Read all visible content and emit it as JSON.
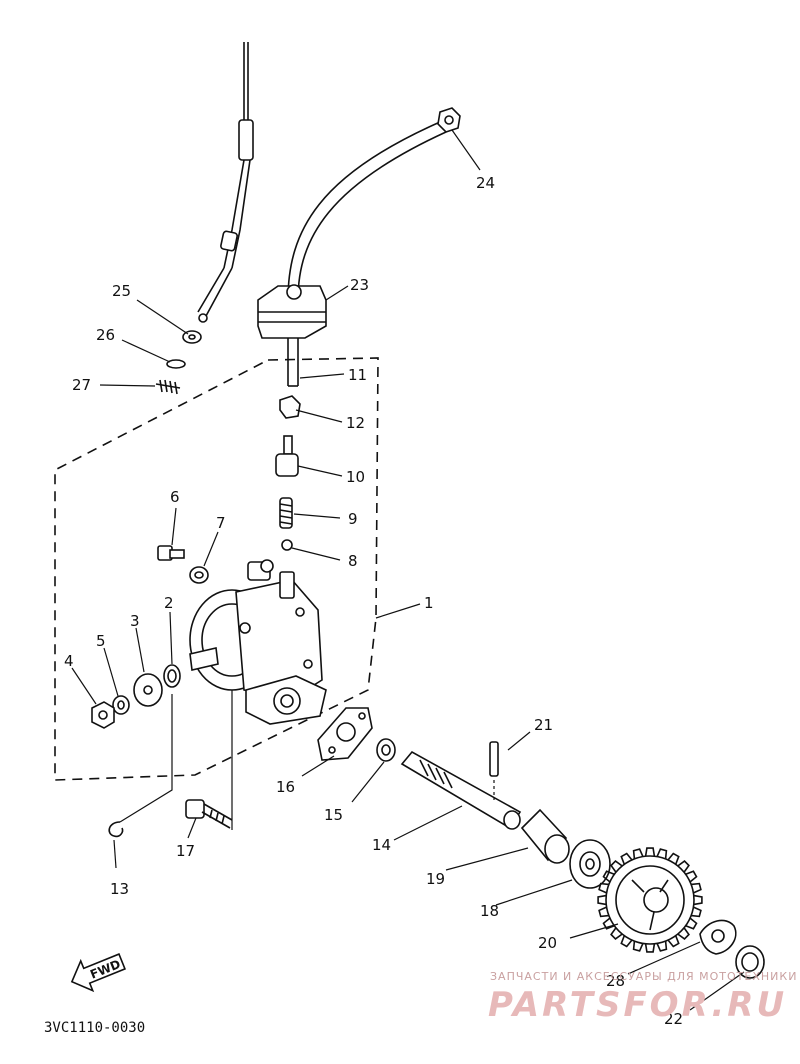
{
  "diagram": {
    "code": "3VC1110-0030",
    "direction_label": "FWD",
    "callouts": [
      {
        "id": "1",
        "label": "1"
      },
      {
        "id": "2",
        "label": "2"
      },
      {
        "id": "3",
        "label": "3"
      },
      {
        "id": "4",
        "label": "4"
      },
      {
        "id": "5",
        "label": "5"
      },
      {
        "id": "6",
        "label": "6"
      },
      {
        "id": "7",
        "label": "7"
      },
      {
        "id": "8",
        "label": "8"
      },
      {
        "id": "9",
        "label": "9"
      },
      {
        "id": "10",
        "label": "10"
      },
      {
        "id": "11",
        "label": "11"
      },
      {
        "id": "12",
        "label": "12"
      },
      {
        "id": "13",
        "label": "13"
      },
      {
        "id": "14",
        "label": "14"
      },
      {
        "id": "15",
        "label": "15"
      },
      {
        "id": "16",
        "label": "16"
      },
      {
        "id": "17",
        "label": "17"
      },
      {
        "id": "18",
        "label": "18"
      },
      {
        "id": "19",
        "label": "19"
      },
      {
        "id": "20",
        "label": "20"
      },
      {
        "id": "21",
        "label": "21"
      },
      {
        "id": "22",
        "label": "22"
      },
      {
        "id": "23",
        "label": "23"
      },
      {
        "id": "24",
        "label": "24"
      },
      {
        "id": "25",
        "label": "25"
      },
      {
        "id": "26",
        "label": "26"
      },
      {
        "id": "27",
        "label": "27"
      },
      {
        "id": "28",
        "label": "28"
      }
    ]
  },
  "watermark": {
    "tagline": "ЗАПЧАСТИ И АКСЕССУАРЫ ДЛЯ МОТОТЕХНИКИ",
    "brand": "PARTSFOR.RU",
    "color": "#e7b9b9"
  }
}
